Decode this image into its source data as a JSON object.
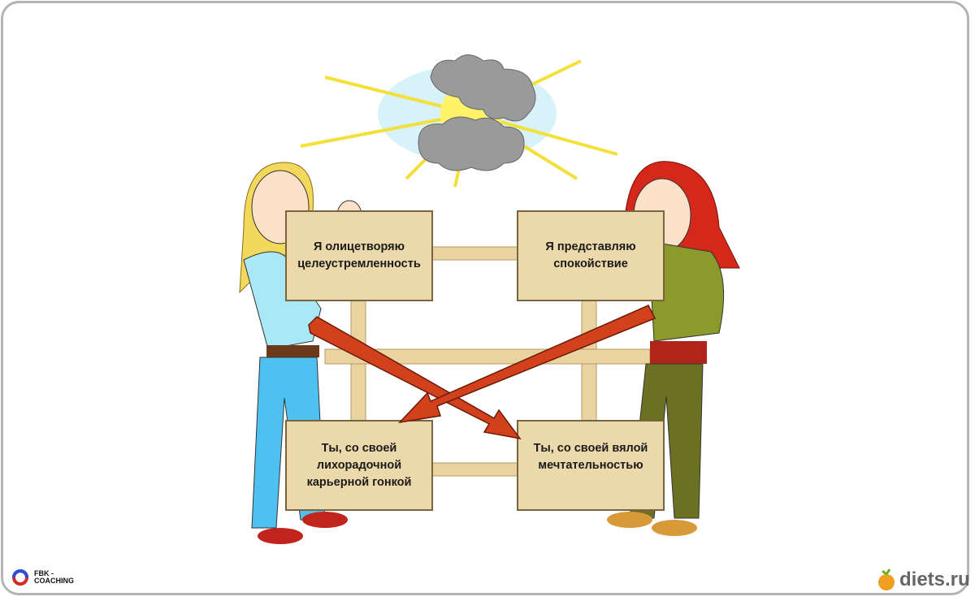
{
  "boards": {
    "top_left": "Я олицетворяю целеустремленность",
    "top_right": "Я представляю спокойствие",
    "bottom_left": "Ты, со своей лихорадочной карьерной гонкой",
    "bottom_right": "Ты, со своей вялой мечтательностью"
  },
  "logos": {
    "left": "FBK - COACHING",
    "right": "diets.ru"
  },
  "colors": {
    "arrow": "#d2401c",
    "wood": "#e9d6a8",
    "sun": "#fff04a"
  }
}
